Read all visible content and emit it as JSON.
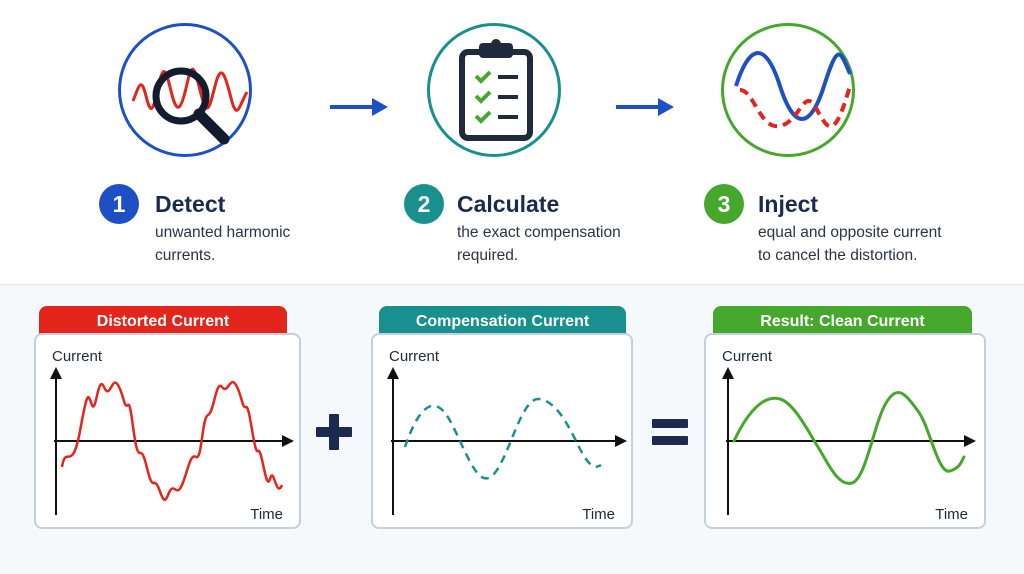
{
  "colors": {
    "blue": "#1f4fc4",
    "teal": "#18908e",
    "green": "#45a82c",
    "red": "#e3251c",
    "navy": "#1b2a4e"
  },
  "steps": [
    {
      "number": "1",
      "title": "Detect",
      "desc_line1": "unwanted harmonic",
      "desc_line2": "currents.",
      "icon": "magnifier-waveform-icon"
    },
    {
      "number": "2",
      "title": "Calculate",
      "desc_line1": "the exact compensation",
      "desc_line2": "required.",
      "icon": "clipboard-checklist-icon"
    },
    {
      "number": "3",
      "title": "Inject",
      "desc_line1": "equal and opposite current",
      "desc_line2": "to cancel the distortion.",
      "icon": "opposing-waves-icon"
    }
  ],
  "panels": [
    {
      "header": "Distorted Current",
      "ylabel": "Current",
      "xlabel": "Time"
    },
    {
      "header": "Compensation Current",
      "ylabel": "Current",
      "xlabel": "Time"
    },
    {
      "header": "Result: Clean Current",
      "ylabel": "Current",
      "xlabel": "Time"
    }
  ],
  "operators": [
    "plus-icon",
    "equals-icon"
  ]
}
